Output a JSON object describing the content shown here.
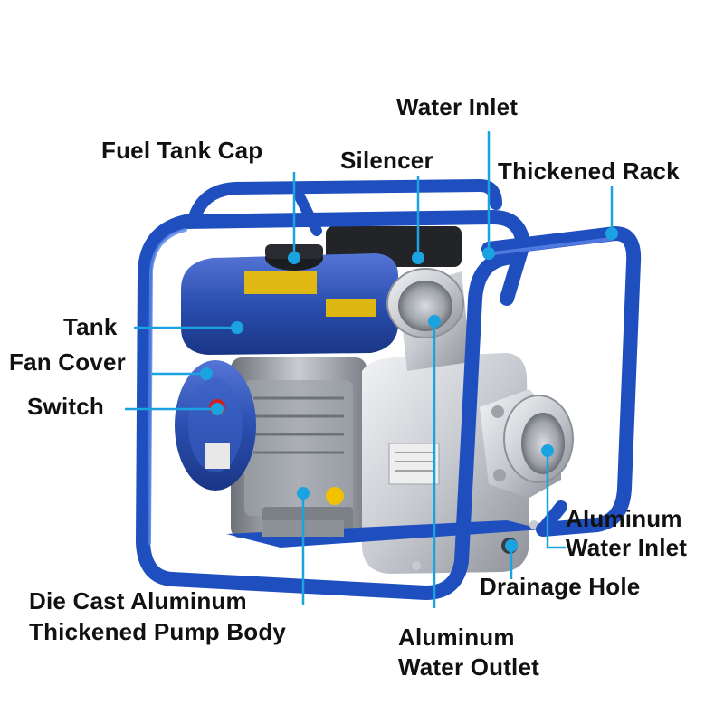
{
  "labels": {
    "water_inlet_top": "Water Inlet",
    "fuel_tank_cap": "Fuel Tank Cap",
    "silencer": "Silencer",
    "thickened_rack": "Thickened Rack",
    "tank": "Tank",
    "fan_cover": "Fan Cover",
    "switch": "Switch",
    "aluminum_water_inlet_line1": "Aluminum",
    "aluminum_water_inlet_line2": "Water Inlet",
    "drainage_hole": "Drainage Hole",
    "pump_body_line1": "Die Cast Aluminum",
    "pump_body_line2": "Thickened Pump Body",
    "water_outlet_line1": "Aluminum",
    "water_outlet_line2": "Water Outlet"
  },
  "colors": {
    "frame_blue": "#1f4fbf",
    "engine_blue": "#2a4fb0",
    "pump_silver": "#c9ccd1",
    "leader_cyan": "#1aa3e0",
    "label_text": "#111111"
  }
}
